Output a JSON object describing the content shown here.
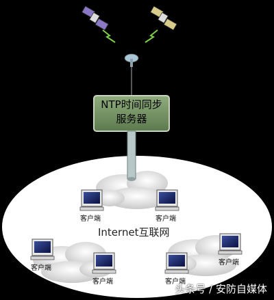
{
  "server": {
    "line1": "NTP时间同步",
    "line2": "服务器"
  },
  "network": {
    "label": "Internet互联网"
  },
  "clients": [
    {
      "label": "客户端"
    },
    {
      "label": "客户端"
    },
    {
      "label": "客户端"
    },
    {
      "label": "客户端"
    },
    {
      "label": "客户端"
    },
    {
      "label": "客户端"
    }
  ],
  "satellites": [
    {
      "icon": "satellite-icon",
      "color": "#8a78c6"
    },
    {
      "icon": "satellite-icon",
      "color": "#d8cc8c"
    }
  ],
  "watermark": "头条号 / 安防自媒体",
  "colors": {
    "server_box": "#6b8a5c",
    "ellipse": "#ffffff",
    "background": "#000000",
    "pole": "#b8c8c8"
  }
}
